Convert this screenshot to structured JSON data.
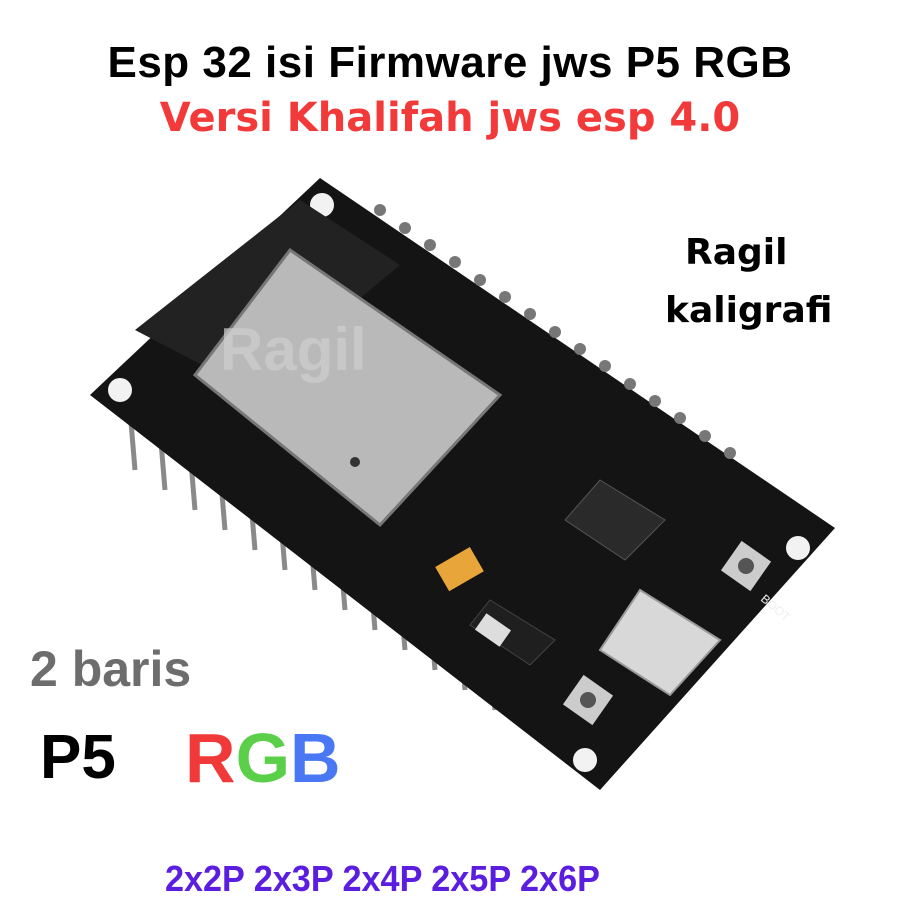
{
  "title": "Esp 32 isi Firmware jws P5 RGB",
  "subtitle": "Versi Khalifah jws esp 4.0",
  "brand": {
    "line1": "Ragil",
    "line2": "kaligrafi"
  },
  "rows_label": "2 baris",
  "panel": {
    "type": "P5",
    "r": "R",
    "g": "G",
    "b": "B"
  },
  "sizes": "2x2P 2x3P 2x4P 2x5P 2x6P",
  "board": {
    "button_label": "BOOT",
    "watermark": "Ragil"
  },
  "colors": {
    "subtitle": "#f23a3a",
    "rows": "#6d6d6d",
    "r": "#f03a3a",
    "g": "#5ccf4a",
    "b": "#4a78f5",
    "sizes": "#5b1ee0"
  }
}
